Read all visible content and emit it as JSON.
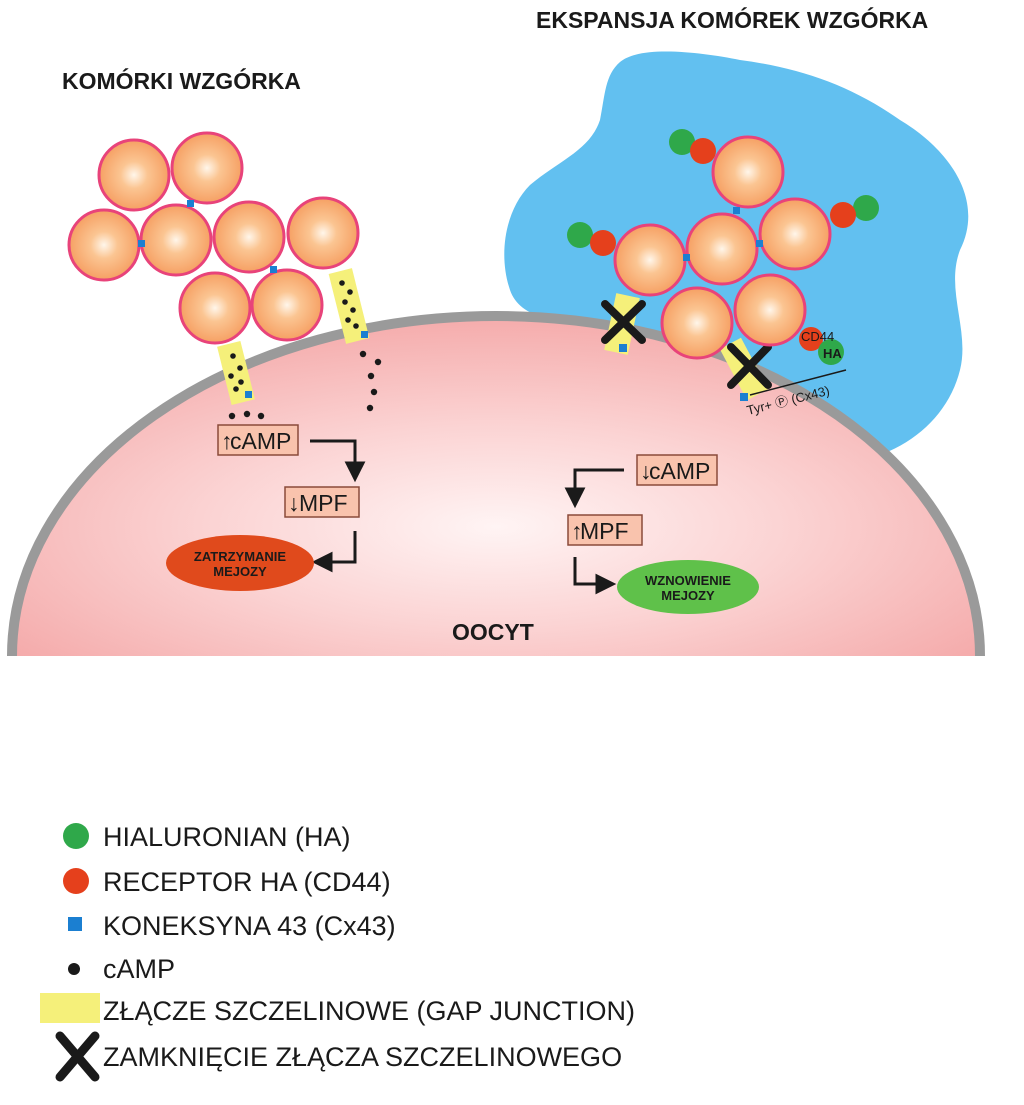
{
  "titles": {
    "left": "KOMÓRKI WZGÓRKA",
    "right": "EKSPANSJA KOMÓREK WZGÓRKA",
    "oocyte": "OOCYT"
  },
  "left_pathway": {
    "camp": "cAMP",
    "mpf": "MPF",
    "result": [
      "ZATRZYMANIE",
      "MEJOZY"
    ]
  },
  "right_pathway": {
    "camp": "cAMP",
    "mpf": "MPF",
    "result": [
      "WZNOWIENIE",
      "MEJOZY"
    ]
  },
  "labels": {
    "cd44": "CD44",
    "ha": "HA",
    "phospho": "Tyr+ Ⓟ (Cx43)"
  },
  "legend": [
    {
      "icon": "green-dot-icon",
      "text": "HIALURONIAN (HA)"
    },
    {
      "icon": "red-dot-icon",
      "text": "RECEPTOR HA (CD44)"
    },
    {
      "icon": "blue-square-icon",
      "text": "KONEKSYNA 43 (Cx43)"
    },
    {
      "icon": "black-dot-icon",
      "text": "cAMP"
    },
    {
      "icon": "yellow-bar-icon",
      "text": "ZŁĄCZE SZCZELINOWE (GAP JUNCTION)"
    },
    {
      "icon": "black-x-icon",
      "text": "ZAMKNIĘCIE ZŁĄCZA SZCZELINOWEGO"
    }
  ],
  "colors": {
    "cell_fill": "#f9a56c",
    "cell_border": "#e8437a",
    "oocyte": "#f7a9a9",
    "matrix": "#62c0f0",
    "ha": "#2fa84a",
    "cd44": "#e5401c",
    "cx43": "#1b7fd1",
    "gap": "#f5f07a",
    "box_fill": "#f9c3ad",
    "arrest": "#e04a1c",
    "resume": "#5fc14a"
  }
}
